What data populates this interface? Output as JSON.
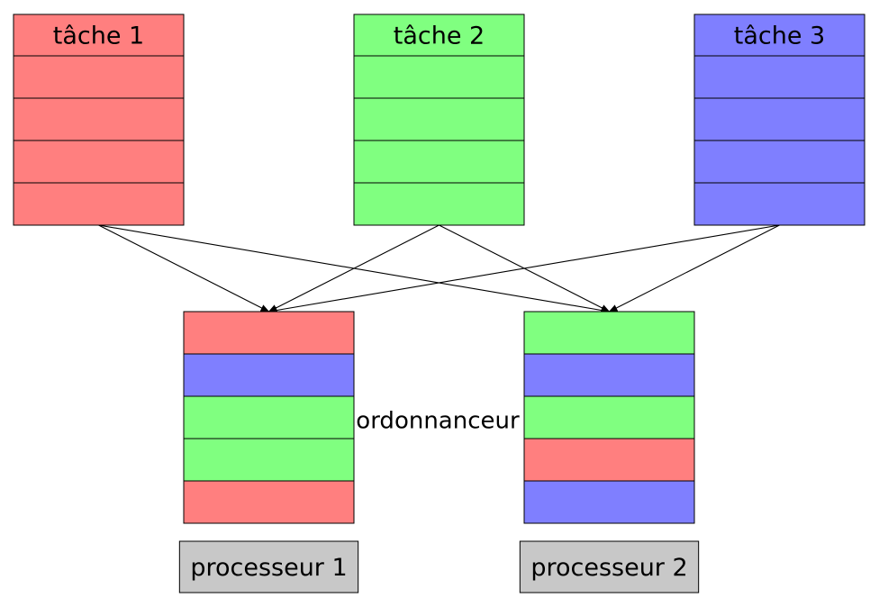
{
  "colors": {
    "red": "#FF7F7F",
    "green": "#80FF80",
    "blue": "#7F7FFF",
    "gray": "#C8C8C8"
  },
  "tasks": [
    {
      "id": "tache-1",
      "label": "tâche 1",
      "color": "red"
    },
    {
      "id": "tache-2",
      "label": "tâche 2",
      "color": "green"
    },
    {
      "id": "tache-3",
      "label": "tâche 3",
      "color": "blue"
    }
  ],
  "scheduler_label": "ordonnanceur",
  "processors": [
    {
      "id": "processeur-1",
      "label": "processeur 1",
      "queue": [
        "red",
        "blue",
        "green",
        "green",
        "red"
      ]
    },
    {
      "id": "processeur-2",
      "label": "processeur 2",
      "queue": [
        "green",
        "blue",
        "green",
        "red",
        "blue"
      ]
    }
  ],
  "arrows": [
    {
      "from": 0,
      "to": 0
    },
    {
      "from": 0,
      "to": 1
    },
    {
      "from": 1,
      "to": 0
    },
    {
      "from": 1,
      "to": 1
    },
    {
      "from": 2,
      "to": 0
    },
    {
      "from": 2,
      "to": 1
    }
  ]
}
